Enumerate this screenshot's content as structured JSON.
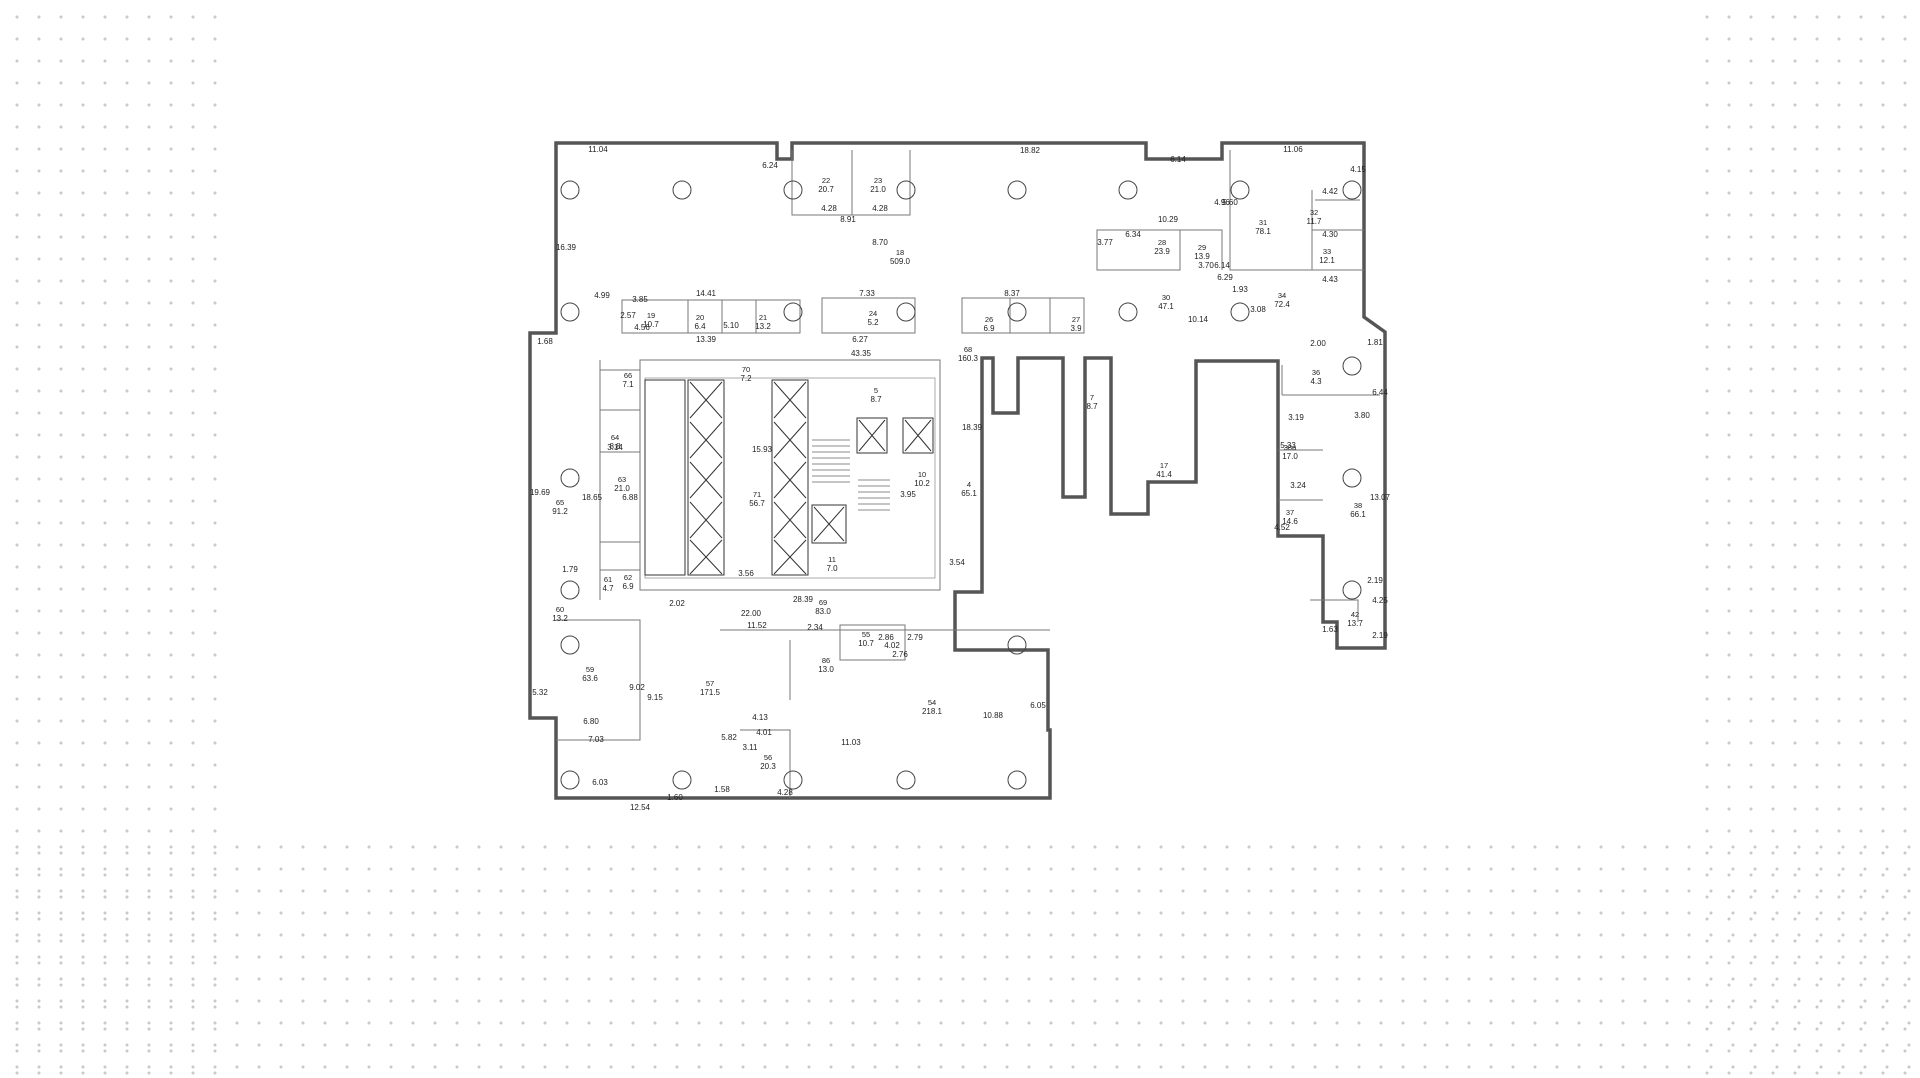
{
  "colors": {
    "wall": "#555555",
    "thin": "#777777",
    "grid": "#c9c9c9"
  },
  "rooms": [
    {
      "no": "18",
      "area": "509.0"
    },
    {
      "no": "22",
      "area": "20.7"
    },
    {
      "no": "23",
      "area": "21.0"
    },
    {
      "no": "28",
      "area": "23.9"
    },
    {
      "no": "29",
      "area": "13.9"
    },
    {
      "no": "31",
      "area": "78.1"
    },
    {
      "no": "32",
      "area": "11.7"
    },
    {
      "no": "33",
      "area": "12.1"
    },
    {
      "no": "30",
      "area": "47.1"
    },
    {
      "no": "34",
      "area": "72.4"
    },
    {
      "no": "19",
      "area": "10.7"
    },
    {
      "no": "20",
      "area": "6.4"
    },
    {
      "no": "21",
      "area": "13.2"
    },
    {
      "no": "24",
      "area": "5.2"
    },
    {
      "no": "26",
      "area": "6.9"
    },
    {
      "no": "27",
      "area": "3.9"
    },
    {
      "no": "68",
      "area": "160.3"
    },
    {
      "no": "70",
      "area": "7.2"
    },
    {
      "no": "71",
      "area": "56.7"
    },
    {
      "no": "5",
      "area": "8.7"
    },
    {
      "no": "10",
      "area": "10.2"
    },
    {
      "no": "4",
      "area": "65.1"
    },
    {
      "no": "11",
      "area": "7.0"
    },
    {
      "no": "7",
      "area": "8.7"
    },
    {
      "no": "17",
      "area": "41.4"
    },
    {
      "no": "36",
      "area": "4.3"
    },
    {
      "no": "38a",
      "area": "17.0"
    },
    {
      "no": "37",
      "area": "14.6"
    },
    {
      "no": "38",
      "area": "66.1"
    },
    {
      "no": "42",
      "area": "13.7"
    },
    {
      "no": "66",
      "area": "7.1"
    },
    {
      "no": "64",
      "area": "8.8"
    },
    {
      "no": "63",
      "area": "21.0"
    },
    {
      "no": "65",
      "area": "91.2"
    },
    {
      "no": "62",
      "area": "6.9"
    },
    {
      "no": "61",
      "area": "4.7"
    },
    {
      "no": "69",
      "area": "83.0"
    },
    {
      "no": "55",
      "area": "10.7"
    },
    {
      "no": "86",
      "area": "13.0"
    },
    {
      "no": "57",
      "area": "171.5"
    },
    {
      "no": "59",
      "area": "63.6"
    },
    {
      "no": "54",
      "area": "218.1"
    },
    {
      "no": "56",
      "area": "20.3"
    },
    {
      "no": "60",
      "area": "13.2"
    }
  ],
  "dims": [
    "11.04",
    "6.24",
    "18.82",
    "6.14",
    "11.06",
    "16.39",
    "4.28",
    "4.28",
    "8.91",
    "8.70",
    "6.34",
    "3.77",
    "10.29",
    "3.70",
    "5.60",
    "6.14",
    "6.29",
    "4.30",
    "4.43",
    "4.42",
    "4.15",
    "14.41",
    "13.39",
    "7.33",
    "6.27",
    "8.37",
    "43.35",
    "10.14",
    "4.99",
    "19.69",
    "18.65",
    "15.93",
    "18.39",
    "3.54",
    "22.00",
    "28.39",
    "11.52",
    "2.02",
    "3.56",
    "6.05",
    "10.88",
    "11.03",
    "12.54",
    "6.03",
    "7.03",
    "6.80",
    "5.32",
    "9.15",
    "9.02",
    "4.13",
    "2.76",
    "3.80",
    "6.44",
    "13.07",
    "4.25",
    "2.19",
    "1.81",
    "3.19",
    "3.24",
    "5.33",
    "1.79",
    "1.68",
    "4.56",
    "5.10",
    "3.85",
    "2.57",
    "4.96",
    "1.93",
    "2.00",
    "3.08",
    "3.14",
    "6.88",
    "3.95",
    "2.79",
    "3.11",
    "5.82",
    "4.01",
    "4.28",
    "1.58",
    "1.60",
    "2.34",
    "4.02",
    "2.86",
    "4.52",
    "1.63",
    "2.19"
  ]
}
